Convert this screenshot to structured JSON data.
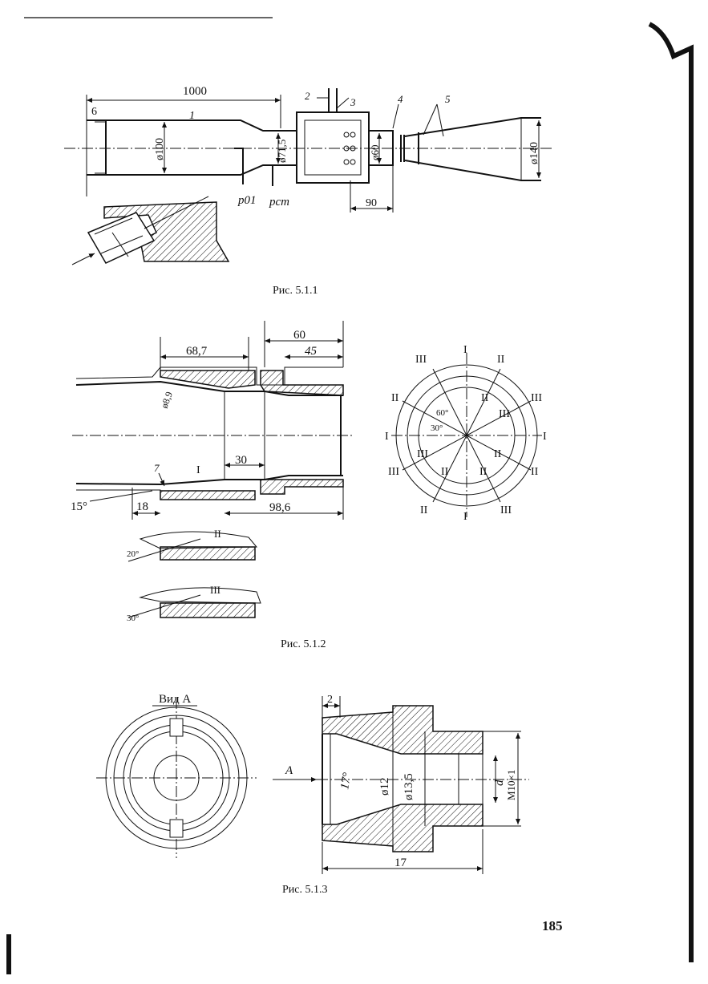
{
  "page_number": "185",
  "figures": [
    {
      "caption": "Рис. 5.1.1",
      "labels": {
        "length": "1000",
        "inlet": "6",
        "part1": "1",
        "part2": "2",
        "part3": "3",
        "part4": "4",
        "part5": "5",
        "d100": "ø100",
        "d71": "ø71,5",
        "d60": "ø60",
        "d140": "ø140",
        "p01": "p01",
        "pst": "pст",
        "len90": "90"
      }
    },
    {
      "caption": "Рис. 5.1.2",
      "labels": {
        "d68": "68,7",
        "d60": "60",
        "d45": "45",
        "d89": "ø8,9",
        "d30": "30",
        "d986": "98,6",
        "a7": "7",
        "a15": "15°",
        "d18": "18",
        "sec1": "I",
        "sec2": "II",
        "sec3": "III",
        "a20": "20°",
        "a30": "30°",
        "a60": "60°",
        "a30c": "30°"
      }
    },
    {
      "caption": "Рис. 5.1.3",
      "labels": {
        "view": "Вид А",
        "arrow_a": "А",
        "d2": "2",
        "angle": "17°",
        "d12": "ø12",
        "d135": "ø13,5",
        "dd": "d",
        "m10": "M10×1",
        "d17": "17"
      }
    }
  ]
}
